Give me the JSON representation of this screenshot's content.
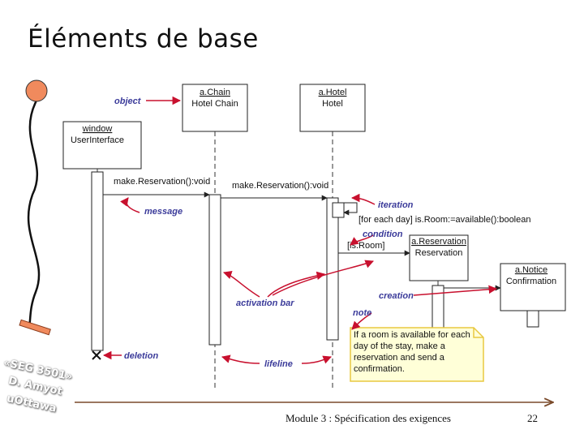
{
  "slide": {
    "title": "Éléments de base",
    "footer": "Module 3 : Spécification des exigences",
    "page_number": "22"
  },
  "badge": {
    "line1": "«SEG 3501»",
    "line2": "D. Amyot",
    "line3": "uOttawa"
  },
  "objects": {
    "chain": {
      "name": "a.Chain",
      "type": "Hotel Chain"
    },
    "hotel": {
      "name": "a.Hotel",
      "type": "Hotel"
    },
    "window": {
      "name": "window",
      "type": "UserInterface"
    },
    "reservation": {
      "name": "a.Reservation",
      "type": "Reservation"
    },
    "notice": {
      "name": "a.Notice",
      "type": "Confirmation"
    }
  },
  "messages": {
    "msg1": "make.Reservation():void",
    "msg2": "make.Reservation():void",
    "loop": "[for each day] is.Room:=available():boolean",
    "guard": "[is.Room]"
  },
  "note": "If a room is available for each day of the stay, make a reservation and send a confirmation.",
  "callouts": {
    "object": "object",
    "message": "message",
    "iteration": "iteration",
    "condition": "condition",
    "activation_bar": "activation bar",
    "creation": "creation",
    "note": "note",
    "deletion": "deletion",
    "lifeline": "lifeline"
  },
  "colors": {
    "annotation": "#c8102e",
    "label": "#3b3b9a",
    "note_fill": "#ffffd8"
  }
}
